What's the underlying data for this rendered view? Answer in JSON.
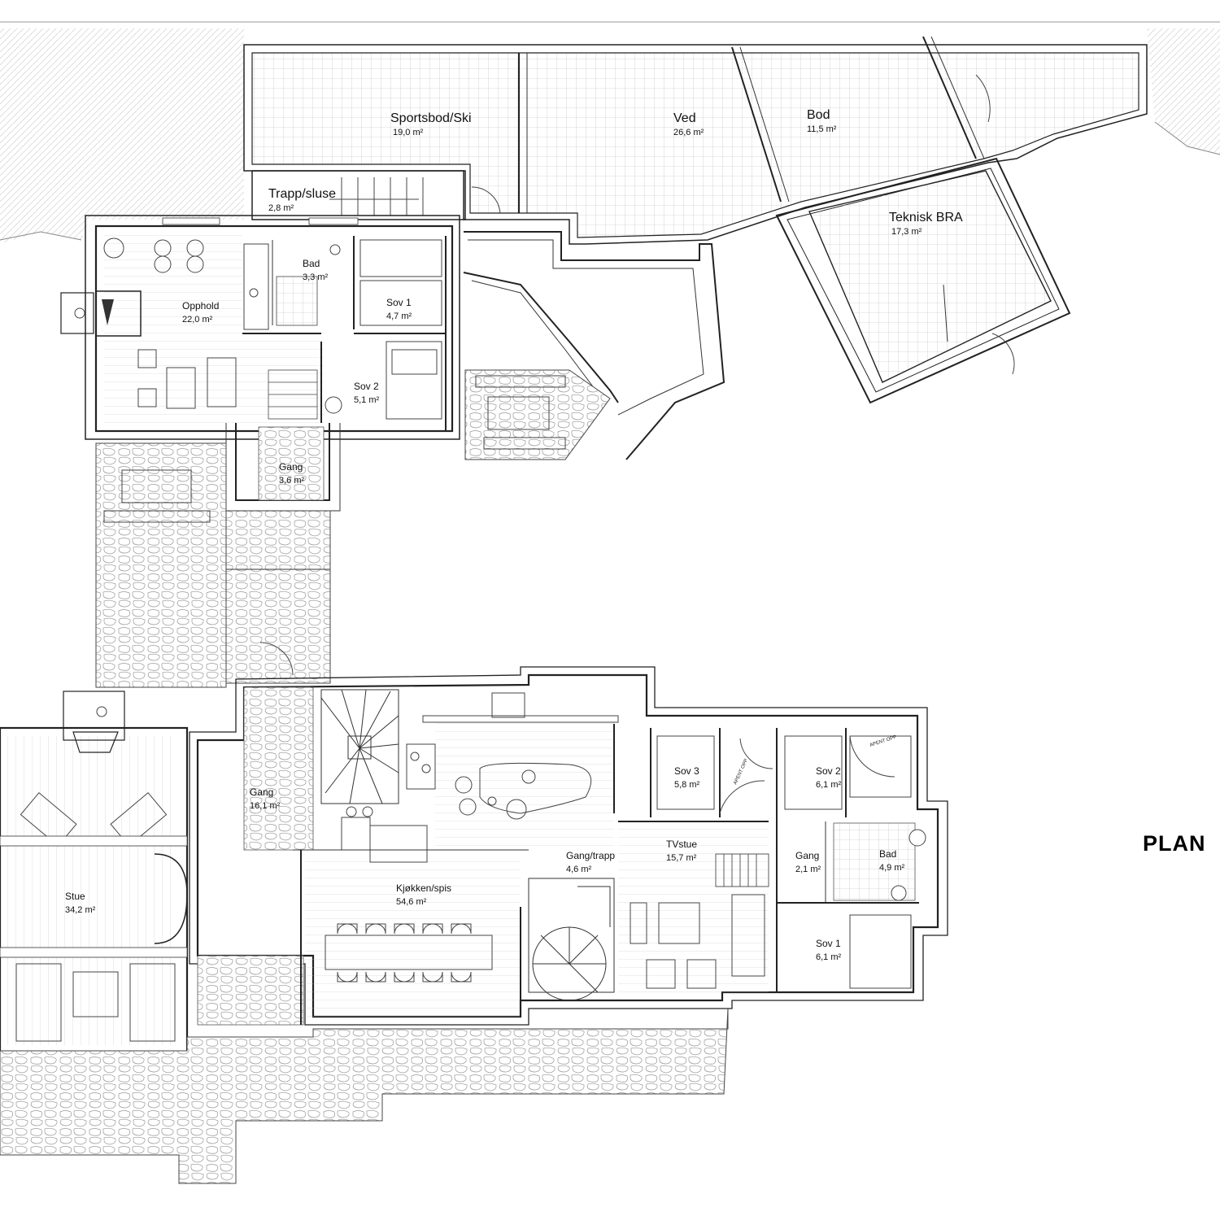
{
  "title": "PLAN",
  "notes": {
    "apent_opp_1": "APENT OPP",
    "apent_opp_2": "APENT OPP"
  },
  "rooms": {
    "sportsbod": {
      "name": "Sportsbod/Ski",
      "area": "19,0 m²"
    },
    "ved": {
      "name": "Ved",
      "area": "26,6 m²"
    },
    "bod": {
      "name": "Bod",
      "area": "11,5 m²"
    },
    "teknisk": {
      "name": "Teknisk  BRA",
      "area": "17,3 m²"
    },
    "trapp_sluse": {
      "name": "Trapp/sluse",
      "area": "2,8 m²"
    },
    "bad_upper": {
      "name": "Bad",
      "area": "3,3 m²"
    },
    "opphold": {
      "name": "Opphold",
      "area": "22,0 m²"
    },
    "sov1_upper": {
      "name": "Sov 1",
      "area": "4,7 m²"
    },
    "sov2_upper": {
      "name": "Sov 2",
      "area": "5,1 m²"
    },
    "gang_upper": {
      "name": "Gang",
      "area": "3,6 m²"
    },
    "gang_main": {
      "name": "Gang",
      "area": "16,1 m²"
    },
    "stue": {
      "name": "Stue",
      "area": "34,2 m²"
    },
    "kjokken": {
      "name": "Kjøkken/spis",
      "area": "54,6 m²"
    },
    "gang_trapp": {
      "name": "Gang/trapp",
      "area": "4,6 m²"
    },
    "sov3": {
      "name": "Sov 3",
      "area": "5,8 m²"
    },
    "tvstue": {
      "name": "TVstue",
      "area": "15,7 m²"
    },
    "sov2_lower": {
      "name": "Sov 2",
      "area": "6,1 m²"
    },
    "gang_small": {
      "name": "Gang",
      "area": "2,1 m²"
    },
    "bad_lower": {
      "name": "Bad",
      "area": "4,9 m²"
    },
    "sov1_lower": {
      "name": "Sov 1",
      "area": "6,1 m²"
    }
  }
}
